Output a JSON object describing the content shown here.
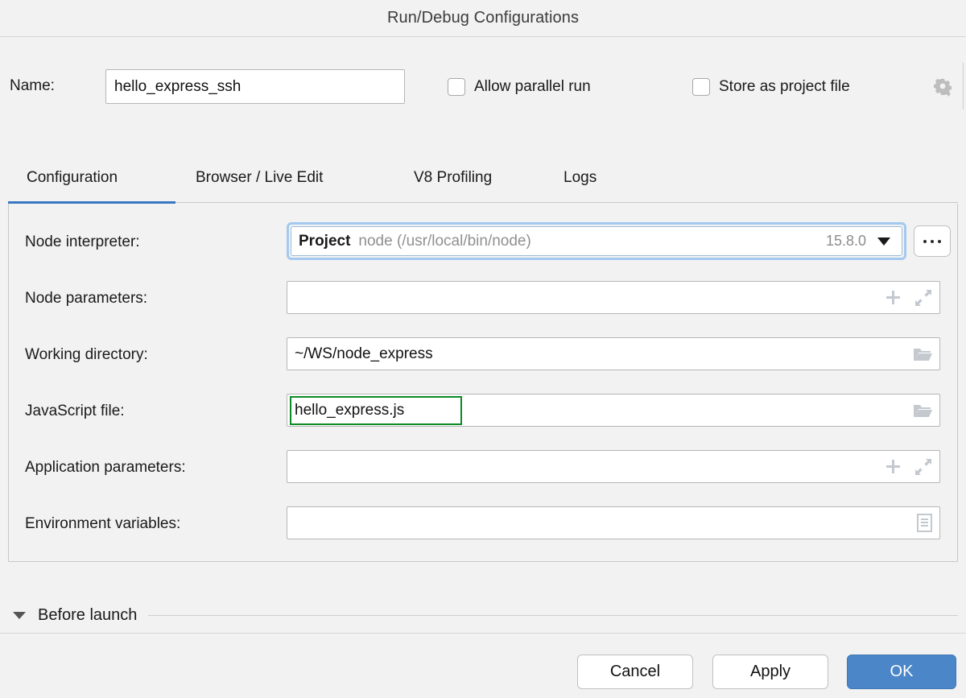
{
  "window": {
    "title": "Run/Debug Configurations"
  },
  "name_row": {
    "label": "Name:",
    "value": "hello_express_ssh",
    "placeholder": "",
    "allow_parallel_run": {
      "label": "Allow parallel run",
      "checked": false
    },
    "store_as_project_file": {
      "label": "Store as project file",
      "checked": false
    },
    "gear_icon": "gear-icon"
  },
  "tabs": [
    {
      "label": "Configuration",
      "active": true
    },
    {
      "label": "Browser / Live Edit",
      "active": false
    },
    {
      "label": "V8 Profiling",
      "active": false
    },
    {
      "label": "Logs",
      "active": false
    }
  ],
  "accent_color": "#3a77c2",
  "highlight_color": "#0a8a23",
  "fields": {
    "node_interpreter": {
      "label": "Node interpreter:",
      "scope": "Project",
      "path": "node (/usr/local/bin/node)",
      "version": "15.8.0",
      "browse_label": "...",
      "focused": true
    },
    "node_parameters": {
      "label": "Node parameters:",
      "value": "",
      "icons": [
        "plus-icon",
        "expand-icon"
      ]
    },
    "working_directory": {
      "label": "Working directory:",
      "value": "~/WS/node_express",
      "icons": [
        "folder-icon"
      ]
    },
    "javascript_file": {
      "label": "JavaScript file:",
      "value": "hello_express.js",
      "icons": [
        "folder-icon"
      ],
      "highlighted": true
    },
    "application_parameters": {
      "label": "Application parameters:",
      "value": "",
      "icons": [
        "plus-icon",
        "expand-icon"
      ]
    },
    "environment_variables": {
      "label": "Environment variables:",
      "value": "",
      "icons": [
        "list-document-icon"
      ]
    }
  },
  "before_launch": {
    "label": "Before launch",
    "expanded": true
  },
  "footer": {
    "cancel": "Cancel",
    "apply": "Apply",
    "ok": "OK"
  }
}
